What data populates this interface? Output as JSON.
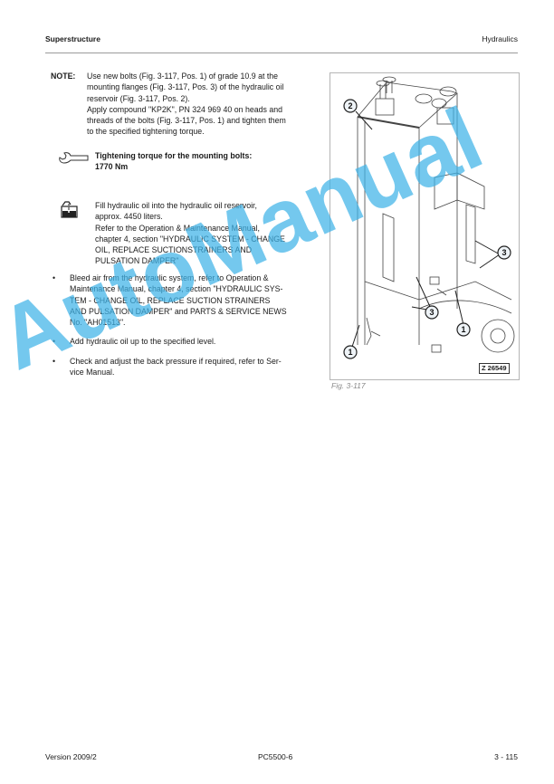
{
  "header": {
    "section": "Superstructure",
    "chapter": "Hydraulics"
  },
  "note": {
    "label": "NOTE:",
    "lines": [
      "Use new bolts (Fig. 3-117, Pos. 1) of grade 10.9 at the",
      "mounting flanges (Fig. 3-117, Pos. 3) of the hydraulic oil",
      "reservoir (Fig. 3-117, Pos. 2).",
      "Apply compound \"KP2K\", PN 324 969 40 on heads and",
      "threads of the bolts (Fig. 3-117, Pos. 1) and tighten them",
      "to the specified tightening torque."
    ]
  },
  "torque": {
    "icon": "wrench-icon",
    "lines": [
      "Tightening torque for the mounting bolts:",
      "1770 Nm"
    ]
  },
  "fill": {
    "icon": "oil-can-icon",
    "lines": [
      "Fill hydraulic oil into the hydraulic oil reservoir,",
      "approx. 4450 liters.",
      "Refer to the Operation & Maintenance Manual,",
      "chapter 4, section \"HYDRAULIC SYSTEM - CHANGE",
      "OIL, REPLACE SUCTIONSTRAINERS AND",
      "PULSATION DAMPER\""
    ]
  },
  "bullets": [
    {
      "lines": [
        "Bleed air from the hydraulic system, refer to Operation &",
        "Maintenance Manual, chapter 4, section \"HYDRAULIC SYS-",
        "TEM - CHANGE OIL, REPLACE SUCTION STRAINERS",
        "AND PULSATION DAMPER\" and PARTS & SERVICE NEWS",
        "No. \"AH01513\"."
      ]
    },
    {
      "lines": [
        "Add hydraulic oil up to the specified level."
      ]
    },
    {
      "lines": [
        "Check and adjust the back pressure if required, refer to Ser-",
        "vice Manual."
      ]
    }
  ],
  "figure": {
    "caption": "Fig. 3-117",
    "id": "Z 26549",
    "callouts": [
      "2",
      "3",
      "3",
      "1",
      "1"
    ]
  },
  "watermark": "AutoManual",
  "footer": {
    "version": "Version 2009/2",
    "model": "PC5500-6",
    "page": "3 - 115"
  }
}
